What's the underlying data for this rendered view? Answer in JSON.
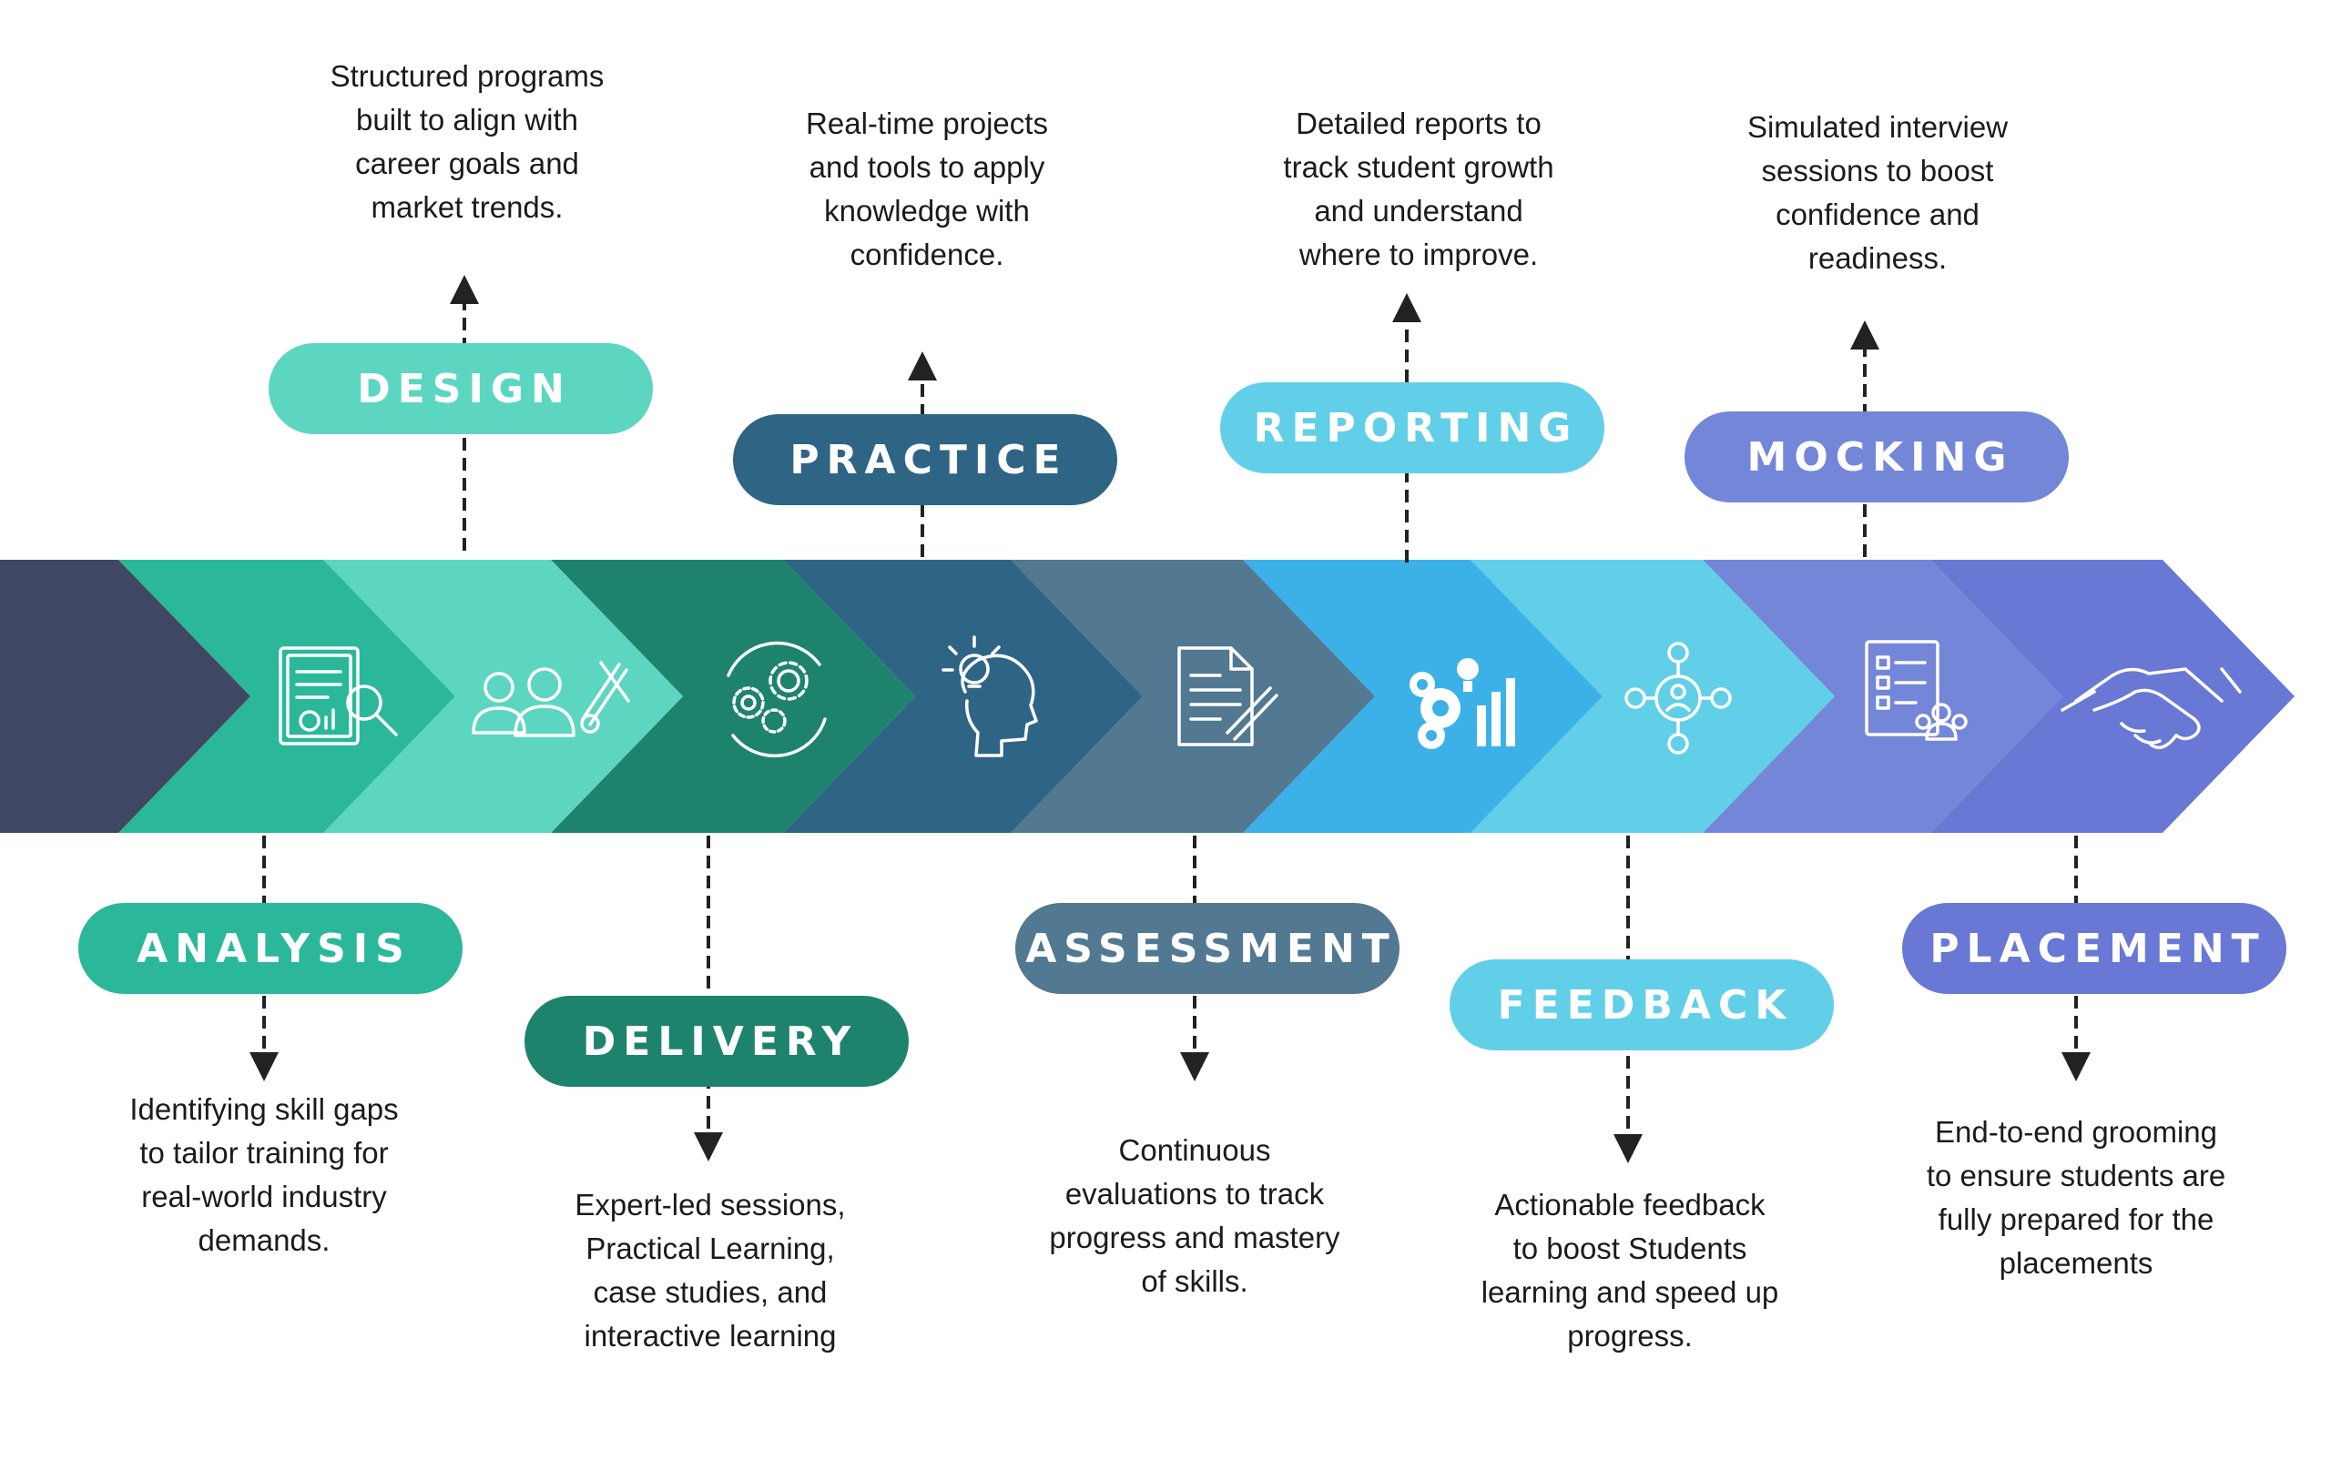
{
  "colors": {
    "navy": "#3f4763",
    "teal": "#2bb89a",
    "mint": "#5dd6c1",
    "dark_green": "#1e836d",
    "petrol": "#2e6585",
    "slate": "#527892",
    "sky": "#3cb1e8",
    "light_sky": "#62cfe8",
    "periwinkle": "#7486d8",
    "indigo": "#6878d4",
    "text": "#1b1b1b"
  },
  "icons": [
    "report-analysis-icon",
    "team-tools-icon",
    "gears-cycle-icon",
    "lightbulb-head-icon",
    "document-pen-icon",
    "gears-growth-icon",
    "feedback-network-icon",
    "checklist-team-icon",
    "handshake-icon"
  ],
  "steps": {
    "design": {
      "label": "DESIGN",
      "lines": [
        "Structured programs",
        "built to align with",
        "career goals and",
        "market trends."
      ]
    },
    "practice": {
      "label": "PRACTICE",
      "lines": [
        "Real-time projects",
        "and tools to apply",
        "knowledge with",
        "confidence."
      ]
    },
    "reporting": {
      "label": "REPORTING",
      "lines": [
        "Detailed reports to",
        "track student growth",
        "and understand",
        "where to improve."
      ]
    },
    "mocking": {
      "label": "MOCKING",
      "lines": [
        "Simulated interview",
        "sessions to boost",
        "confidence and",
        "readiness."
      ]
    },
    "analysis": {
      "label": "ANALYSIS",
      "lines": [
        "Identifying skill gaps",
        "to tailor training for",
        "real-world industry",
        "demands."
      ]
    },
    "delivery": {
      "label": "DELIVERY",
      "lines": [
        "Expert-led sessions,",
        "Practical Learning,",
        "case studies, and",
        "interactive learning"
      ]
    },
    "assessment": {
      "label": "ASSESSMENT",
      "lines": [
        "Continuous",
        "evaluations to track",
        "progress and mastery",
        "of skills."
      ]
    },
    "feedback": {
      "label": "FEEDBACK",
      "lines": [
        "Actionable feedback",
        "to boost Students",
        "learning and speed up",
        "progress."
      ]
    },
    "placement": {
      "label": "PLACEMENT",
      "lines": [
        "End-to-end grooming",
        "to ensure students are",
        "fully prepared for the",
        "placements"
      ]
    }
  }
}
